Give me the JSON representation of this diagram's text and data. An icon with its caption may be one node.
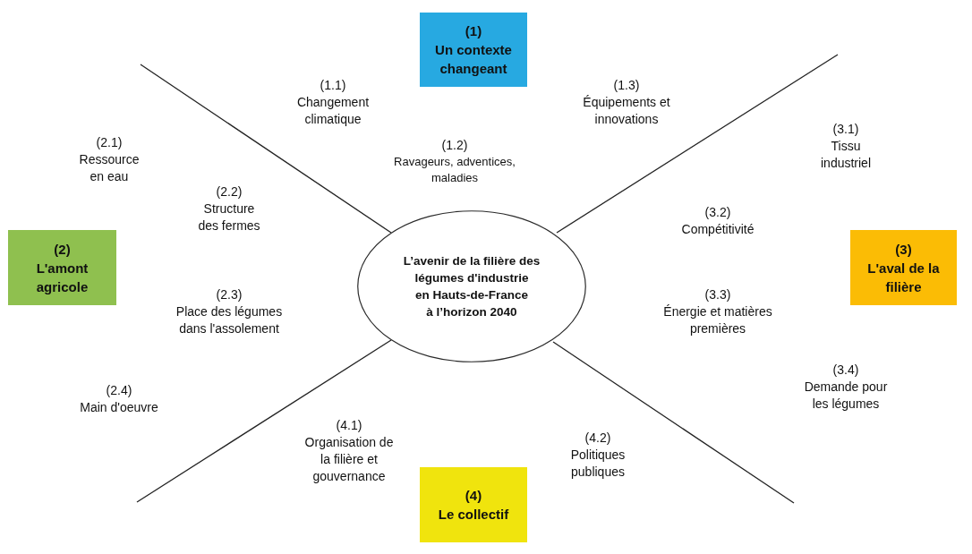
{
  "diagram": {
    "nodes": [
      {
        "text": [
          "L’avenir de la filière des légumes d'industrie en Hauts-de-France à l’horizon 2040"
        ]
      },
      {
        "text": [
          "(1)",
          "Un contexte changeant"
        ]
      },
      {
        "text": [
          "(2)",
          "L'amont agricole"
        ]
      },
      {
        "text": [
          "(3)",
          "L'aval de la filière"
        ]
      },
      {
        "text": [
          "(4)",
          "Le collectif"
        ]
      }
    ],
    "labels": [
      "(1.1)",
      "Changement climatique",
      "(1.2)",
      "Ravageurs, adventices, maladies",
      "(1.3)",
      "Équipements et innovations",
      "(2.1)",
      "Ressource en eau",
      "(2.2)",
      "Structure des fermes",
      "(2.3)",
      "Place des légumes dans l'assolement",
      "(2.4)",
      "Main d'oeuvre",
      "(3.1)",
      "Tissu industriel",
      "(3.2)",
      "Compétitivité",
      "(3.3)",
      "Énergie et matières premières",
      "(3.4)",
      "Demande pour les légumes",
      "(4.1)",
      "Organisation de la filière et gouvernance",
      "(4.2)",
      "Politiques publiques"
    ]
  }
}
